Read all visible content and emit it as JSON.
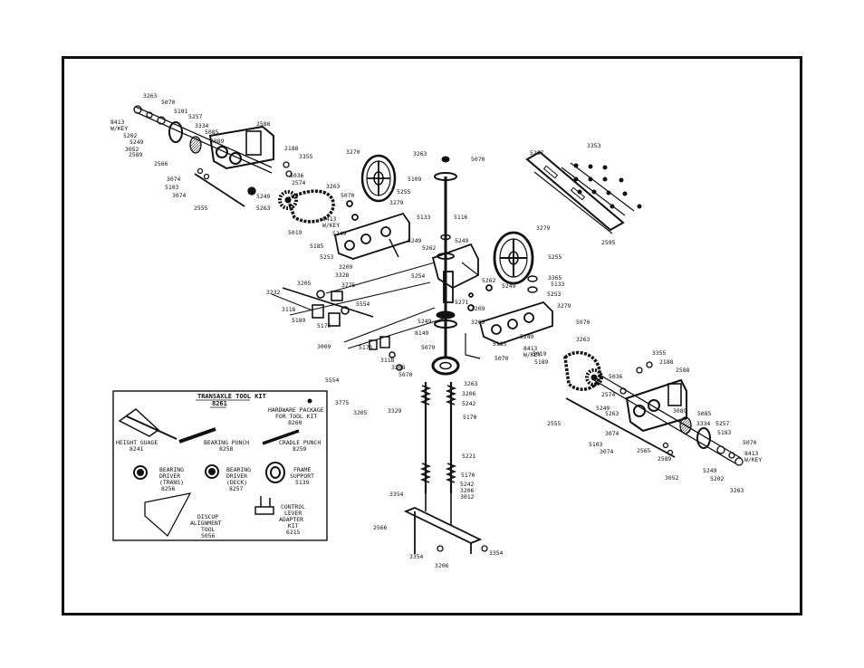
{
  "kit": {
    "title": "TRANSAXLE TOOL KIT",
    "number": "8261",
    "items": [
      {
        "name": "HEIGHT GUAGE",
        "part": "8241"
      },
      {
        "name": "BEARING PUNCH",
        "part": "8258"
      },
      {
        "name": "CRADLE PUNCH",
        "part": "8259"
      },
      {
        "name": "HARDWARE PACKAGE FOR TOOL KIT",
        "part": "8260"
      },
      {
        "name": "BEARING DRIVER (TRANS)",
        "part": "8256"
      },
      {
        "name": "BEARING DRIVER (DECK)",
        "part": "8257"
      },
      {
        "name": "FRAME SUPPORT",
        "part": "5139"
      },
      {
        "name": "DISCUP ALIGNMENT TOOL",
        "part": "5056"
      },
      {
        "name": "CONTROL LEVER ADAPTER KIT",
        "part": "6215"
      }
    ]
  },
  "labels": [
    "3263",
    "5070",
    "5101",
    "8413 W/KEY",
    "5257",
    "3334",
    "5202",
    "5249",
    "5085",
    "2588",
    "3052",
    "2589",
    "3089",
    "2566",
    "2188",
    "3355",
    "5036",
    "2574",
    "3074",
    "5103",
    "3074",
    "5249",
    "5263",
    "2555",
    "3270",
    "3263",
    "5070",
    "5109",
    "5255",
    "3263",
    "5070",
    "3279",
    "8413 W/KEY",
    "5133",
    "5019",
    "5249",
    "5116",
    "5185",
    "5249",
    "5262",
    "5249",
    "5253",
    "3209",
    "5267",
    "3353",
    "2595",
    "3279",
    "5255",
    "3205",
    "3328",
    "3775",
    "3232",
    "5554",
    "3118",
    "5189",
    "5176",
    "3209",
    "5254",
    "5271",
    "5262",
    "5249",
    "3365",
    "5133",
    "5253",
    "3279",
    "5249",
    "5070",
    "8149",
    "3209",
    "5185",
    "5249",
    "3263",
    "3009",
    "5176",
    "5070",
    "5079",
    "8413 W/KEY",
    "5019",
    "5189",
    "3118",
    "3208",
    "5070",
    "3263",
    "3355",
    "2188",
    "5036",
    "2588",
    "2574",
    "5249",
    "5263",
    "3089",
    "5085",
    "2555",
    "3334",
    "5257",
    "5183",
    "3074",
    "5070",
    "5103",
    "2565",
    "8413 W/KEY",
    "3074",
    "2589",
    "5249",
    "5202",
    "3052",
    "3263",
    "5554",
    "3775",
    "3205",
    "3329",
    "3206",
    "5242",
    "5170",
    "5221",
    "5170",
    "5242",
    "3206",
    "3012",
    "3354",
    "2566",
    "3354",
    "3354",
    "3206"
  ]
}
